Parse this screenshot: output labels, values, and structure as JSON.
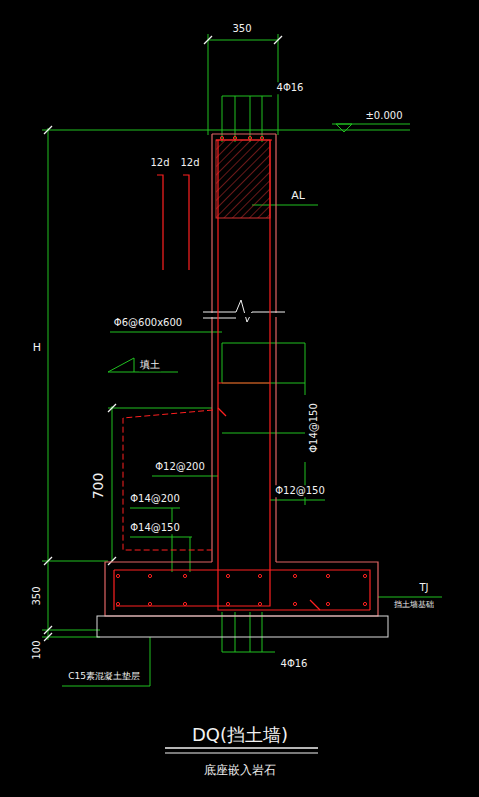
{
  "diagram": {
    "title": "DQ(挡土墙)",
    "caption": "底座嵌入岩石",
    "labels": [
      "350",
      "4Φ16",
      "±0.000",
      "12d",
      "12d",
      "AL",
      "H",
      "Φ6@600x600",
      "填土",
      "Φ14@150",
      "700",
      "Φ12@200",
      "Φ12@150",
      "Φ14@200",
      "Φ14@150",
      "350",
      "100",
      "C15素混凝土垫层",
      "TJ",
      "挡土墙基础",
      "4Φ16"
    ]
  }
}
